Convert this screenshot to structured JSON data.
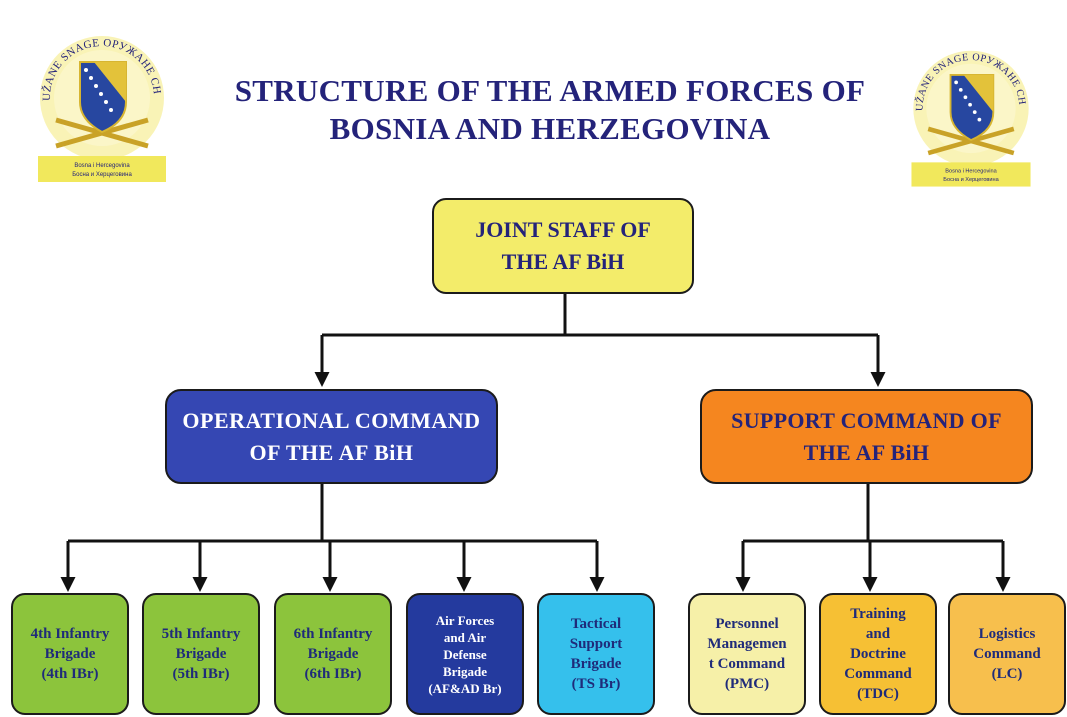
{
  "title": {
    "line1": "STRUCTURE OF THE ARMED FORCES OF",
    "line2": "BOSNIA AND HERZEGOVINA"
  },
  "emblem": {
    "ring_text": "ORUŽANE SNAGE ОРУЖАНЕ СНАГЕ",
    "ribbon_line1": "Bosna i Hercegovina",
    "ribbon_line2": "Босна и Херцеговина"
  },
  "joint_staff": {
    "line1": "JOINT STAFF OF",
    "line2": "THE AF BiH"
  },
  "operational_command": {
    "line1": "OPERATIONAL COMMAND",
    "line2": "OF THE AF BiH"
  },
  "support_command": {
    "line1": "SUPPORT COMMAND OF",
    "line2": "THE AF BiH"
  },
  "units": [
    {
      "lines": [
        "4th  Infantry",
        "Brigade",
        "(4th IBr)"
      ]
    },
    {
      "lines": [
        "5th  Infantry",
        "Brigade",
        "(5th IBr)"
      ]
    },
    {
      "lines": [
        "6th Infantry",
        "Brigade",
        "(6th IBr)"
      ]
    },
    {
      "lines": [
        "Air Forces",
        "and Air",
        "Defense",
        "Brigade",
        "(AF&AD Br)"
      ]
    },
    {
      "lines": [
        "Tactical",
        "Support",
        "Brigade",
        "(TS Br)"
      ]
    },
    {
      "lines": [
        "Personnel",
        "Managemen",
        "t Command",
        "(PMC)"
      ]
    },
    {
      "lines": [
        "Training",
        "and",
        "Doctrine",
        "Command",
        "(TDC)"
      ]
    },
    {
      "lines": [
        "Logistics",
        "Command",
        "(LC)"
      ]
    }
  ]
}
